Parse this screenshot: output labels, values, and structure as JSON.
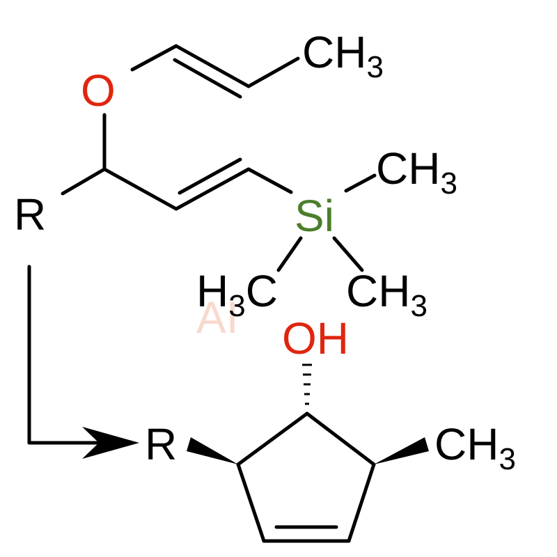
{
  "colors": {
    "bond": "#000000",
    "carbon": "#000000",
    "oxygen": "#e0250f",
    "silicon": "#4a7e2b",
    "watermark": "#f3b9a4"
  },
  "labels": {
    "ch3_top": {
      "main": "CH",
      "sub": "3"
    },
    "oxygen": "O",
    "r_top": "R",
    "si": "Si",
    "ch3_si_right": {
      "main": "CH",
      "sub": "3"
    },
    "h3c_si_left": {
      "pre": "H",
      "sub": "3",
      "post": "C"
    },
    "ch3_si_bottom": {
      "main": "CH",
      "sub": "3"
    },
    "oh": "OH",
    "r_bottom": "R",
    "ch3_ring": {
      "main": "CH",
      "sub": "3"
    },
    "watermark": "AI"
  }
}
